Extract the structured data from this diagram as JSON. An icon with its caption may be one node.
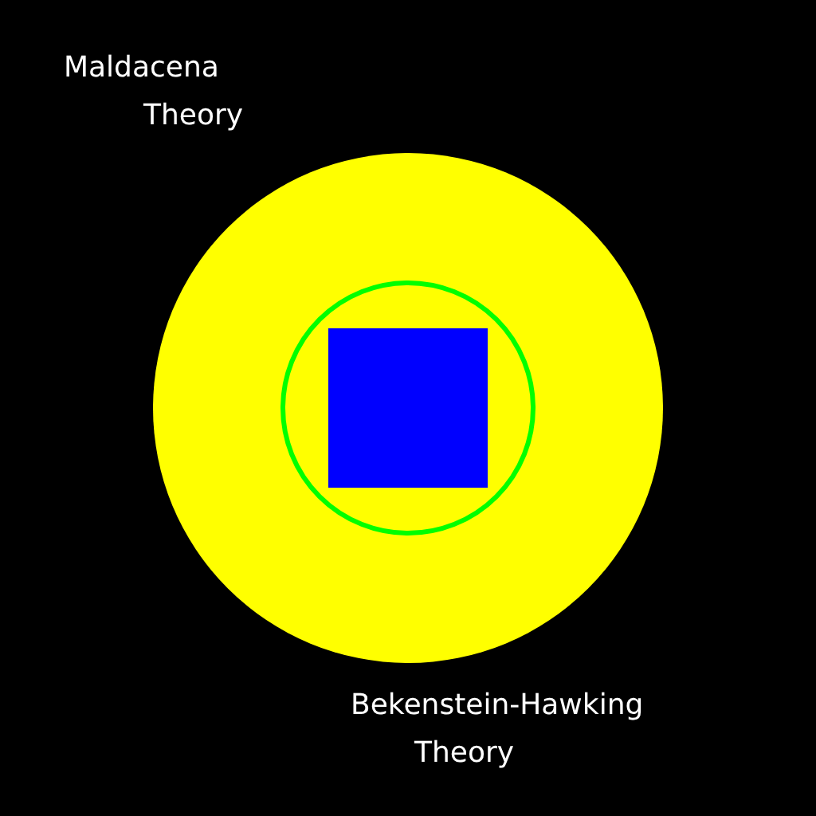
{
  "diagram": {
    "nodes": [
      {
        "text": [],
        "shape": "circle"
      },
      {
        "text": [],
        "shape": "circle",
        "in": 0
      },
      {
        "text": [],
        "shape": "box",
        "in": 1
      }
    ],
    "labels": [
      "Maldacena Theory",
      "Bekenstein-Hawking Theory"
    ]
  }
}
